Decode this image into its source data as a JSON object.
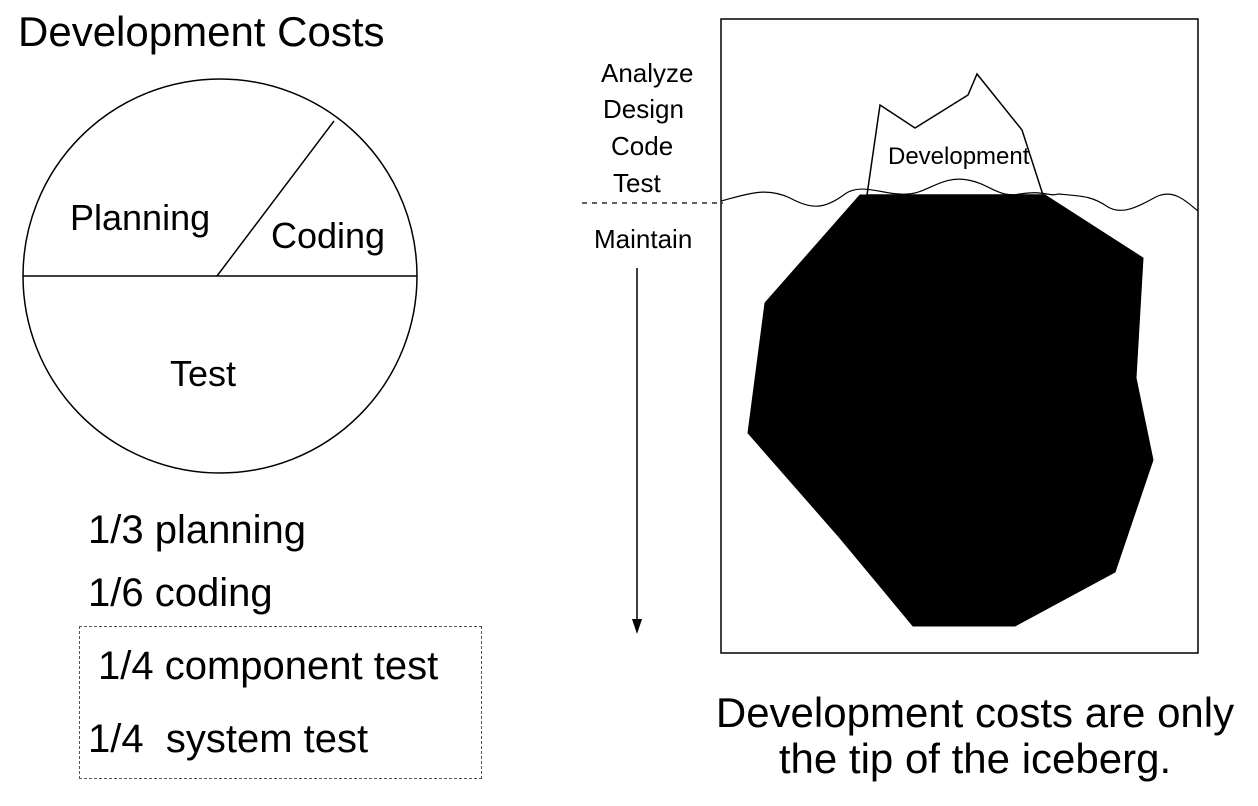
{
  "title": "Development Costs",
  "pie": {
    "labels": {
      "planning": "Planning",
      "coding": "Coding",
      "test": "Test"
    }
  },
  "cost_lines": {
    "planning": "1/3 planning",
    "coding": "1/6 coding",
    "component_test": "1/4 component test",
    "system_test": "1/4  system test"
  },
  "iceberg": {
    "phases_above": [
      "Analyze",
      "Design",
      "Code",
      "Test"
    ],
    "phase_below": "Maintain",
    "tip_label": "Development"
  },
  "caption": {
    "line1": "Development costs are only",
    "line2": "the tip of the iceberg."
  },
  "colors": {
    "stroke": "#000000",
    "iceberg_fill": "#000000",
    "background": "#ffffff"
  }
}
